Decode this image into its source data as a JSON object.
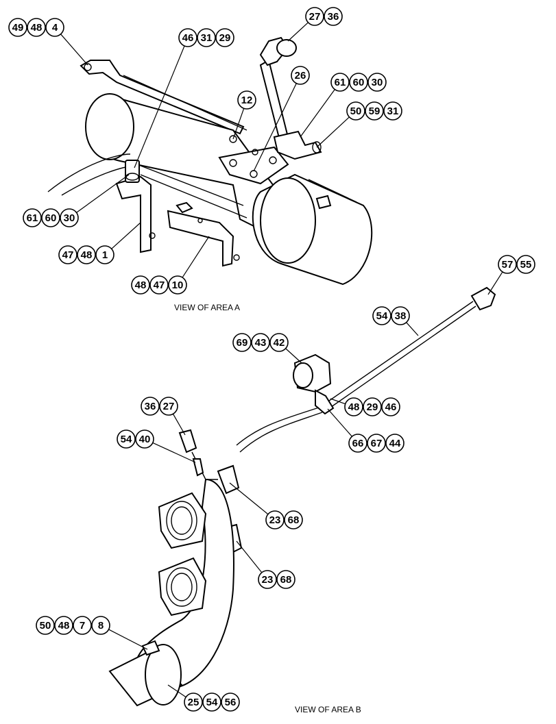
{
  "view_labels": {
    "area_a": "VIEW OF AREA A",
    "area_b": "VIEW OF AREA B"
  },
  "callouts": [
    [
      "49",
      "48",
      "4"
    ],
    [
      "27",
      "36"
    ],
    [
      "46",
      "31",
      "29"
    ],
    [
      "26"
    ],
    [
      "12"
    ],
    [
      "61",
      "60",
      "30"
    ],
    [
      "50",
      "59",
      "31"
    ],
    [
      "61",
      "60",
      "30"
    ],
    [
      "47",
      "48",
      "1"
    ],
    [
      "48",
      "47",
      "10"
    ],
    [
      "57",
      "55"
    ],
    [
      "54",
      "38"
    ],
    [
      "69",
      "43",
      "42"
    ],
    [
      "48",
      "29",
      "46"
    ],
    [
      "36",
      "27"
    ],
    [
      "54",
      "40"
    ],
    [
      "66",
      "67",
      "44"
    ],
    [
      "23",
      "68"
    ],
    [
      "23",
      "68"
    ],
    [
      "50",
      "48",
      "7",
      "8"
    ],
    [
      "25",
      "54",
      "56"
    ]
  ]
}
